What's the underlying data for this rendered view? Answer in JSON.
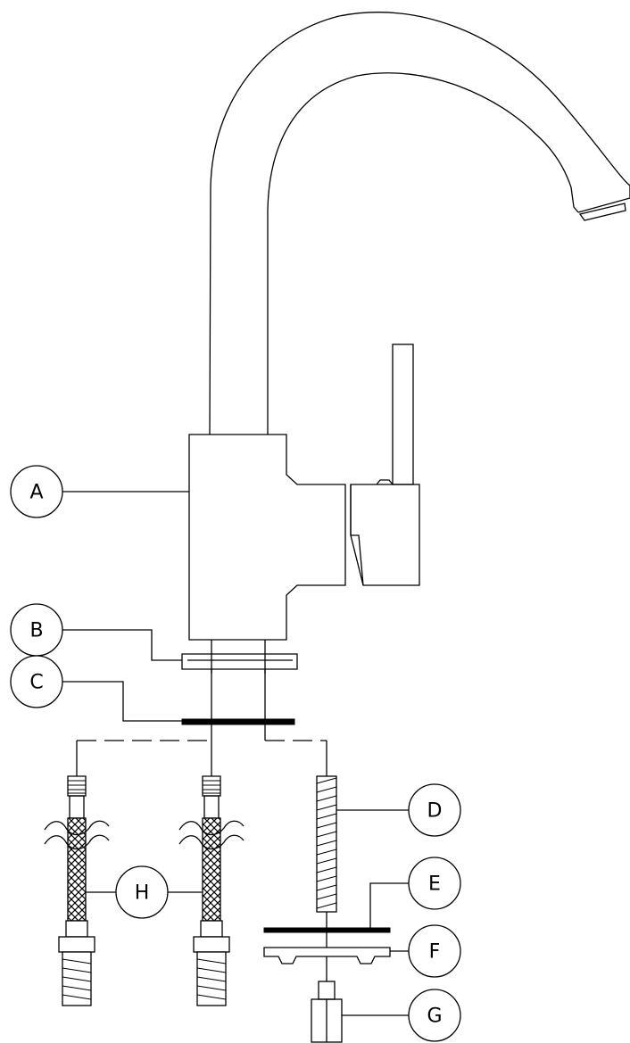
{
  "labels": {
    "a": "A",
    "b": "B",
    "c": "C",
    "d": "D",
    "e": "E",
    "f": "F",
    "g": "G",
    "h": "H"
  },
  "line_color": "#000000",
  "background_color": "#ffffff"
}
